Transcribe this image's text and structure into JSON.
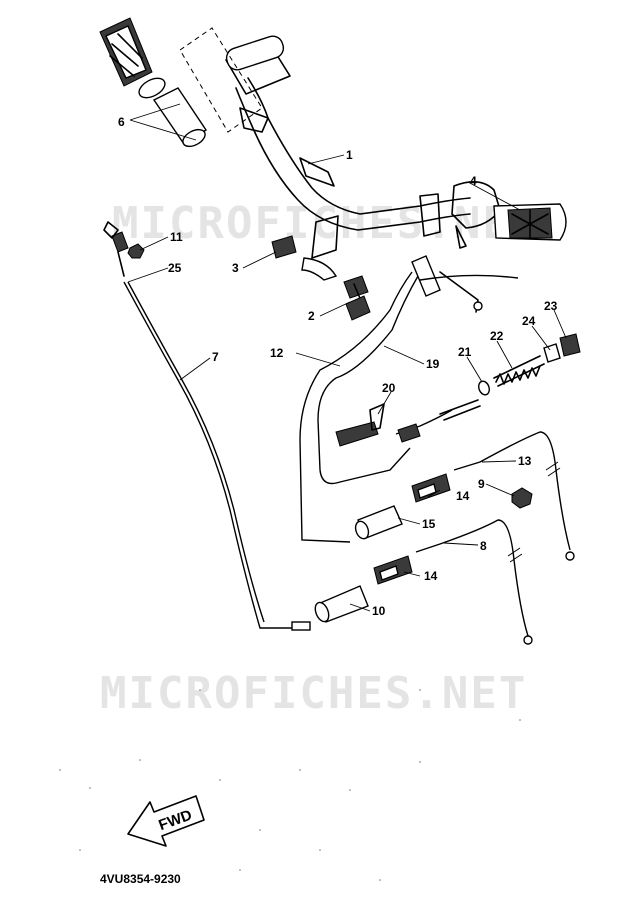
{
  "watermarks": [
    "MICROFICHES.NET",
    "MICROFICHES.NET"
  ],
  "fwd_arrow_text": "FWD",
  "diagram_code": "4VU8354-9230",
  "callouts": [
    {
      "id": "c1",
      "text": "1"
    },
    {
      "id": "c2",
      "text": "2"
    },
    {
      "id": "c3",
      "text": "3"
    },
    {
      "id": "c4",
      "text": "4"
    },
    {
      "id": "c6",
      "text": "6"
    },
    {
      "id": "c7",
      "text": "7"
    },
    {
      "id": "c8",
      "text": "8"
    },
    {
      "id": "c9",
      "text": "9"
    },
    {
      "id": "c10",
      "text": "10"
    },
    {
      "id": "c11",
      "text": "11"
    },
    {
      "id": "c12",
      "text": "12"
    },
    {
      "id": "c13",
      "text": "13"
    },
    {
      "id": "c14a",
      "text": "14"
    },
    {
      "id": "c14b",
      "text": "14"
    },
    {
      "id": "c15",
      "text": "15"
    },
    {
      "id": "c19",
      "text": "19"
    },
    {
      "id": "c20",
      "text": "20"
    },
    {
      "id": "c21",
      "text": "21"
    },
    {
      "id": "c22",
      "text": "22"
    },
    {
      "id": "c23",
      "text": "23"
    },
    {
      "id": "c24",
      "text": "24"
    },
    {
      "id": "c25",
      "text": "25"
    }
  ]
}
